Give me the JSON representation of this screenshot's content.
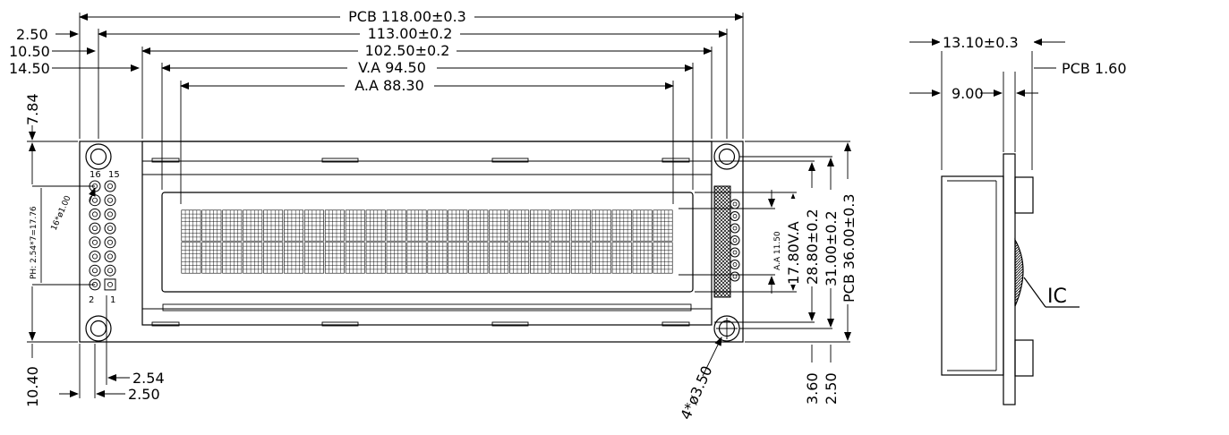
{
  "front_view": {
    "top_dims": {
      "pcb_width": "PCB  118.00±0.3",
      "hole_pitch": "113.00±0.2",
      "bezel_width": "102.50±0.2",
      "view_area": "V.A  94.50",
      "active_area": "A.A  88.30"
    },
    "left_dims": {
      "d1": "2.50",
      "d2": "10.50",
      "d3": "14.50",
      "d4": "7.84",
      "bottom_offset": "10.40",
      "pin_pitch": "2.54",
      "pin_offset": "2.50"
    },
    "connector": {
      "pin_top_left": "16",
      "pin_top_right": "15",
      "pin_bottom_left": "2",
      "pin_bottom_right": "1",
      "pin_holes": "16*ø1.00",
      "pitch_note": "PH: 2.54*7=17.76"
    },
    "right_dims": {
      "aa_height": "A.A 11.50",
      "va_height": "17.80V.A",
      "bezel_height": "28.80±0.2",
      "hole_pitch_v": "31.00±0.2",
      "pcb_height": "PCB  36.00±0.3",
      "d_bottom1": "3.60",
      "d_bottom2": "2.50"
    },
    "mount_holes": "4*ø3.50",
    "display": {
      "columns": 24,
      "rows": 2
    }
  },
  "side_view": {
    "total_thickness": "13.10±0.3",
    "pcb_thickness": "PCB  1.60",
    "module_depth": "9.00",
    "ic_label": "IC"
  }
}
